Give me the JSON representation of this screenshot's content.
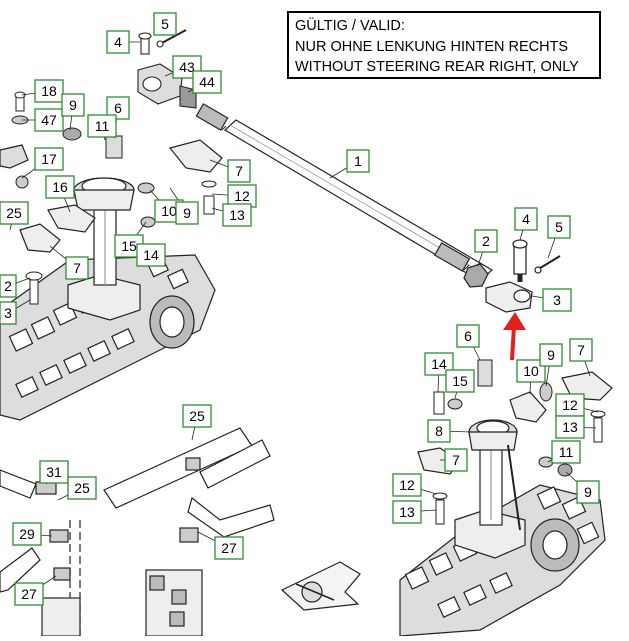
{
  "note": {
    "line1": "GÜLTIG / VALID:",
    "line2": "NUR OHNE LENKUNG HINTEN RECHTS",
    "line3": "WITHOUT STEERING REAR RIGHT, ONLY"
  },
  "callouts": [
    {
      "id": "c5-top",
      "label": "5"
    },
    {
      "id": "c4-top",
      "label": "4"
    },
    {
      "id": "c43",
      "label": "43"
    },
    {
      "id": "c44",
      "label": "44"
    },
    {
      "id": "c18",
      "label": "18"
    },
    {
      "id": "c47",
      "label": "47"
    },
    {
      "id": "c9-a",
      "label": "9"
    },
    {
      "id": "c6-a",
      "label": "6"
    },
    {
      "id": "c11-a",
      "label": "11"
    },
    {
      "id": "c17",
      "label": "17"
    },
    {
      "id": "c16",
      "label": "16"
    },
    {
      "id": "c25-a",
      "label": "25"
    },
    {
      "id": "c7-a",
      "label": "7"
    },
    {
      "id": "c12-a",
      "label": "12"
    },
    {
      "id": "c13-a",
      "label": "13"
    },
    {
      "id": "c10-a",
      "label": "10"
    },
    {
      "id": "c9-b",
      "label": "9"
    },
    {
      "id": "c15-a",
      "label": "15"
    },
    {
      "id": "c14-a",
      "label": "14"
    },
    {
      "id": "c7-b",
      "label": "7"
    },
    {
      "id": "c2-left",
      "label": "2"
    },
    {
      "id": "c3-left",
      "label": "3"
    },
    {
      "id": "c1",
      "label": "1"
    },
    {
      "id": "c2",
      "label": "2"
    },
    {
      "id": "c4-right",
      "label": "4"
    },
    {
      "id": "c5-right",
      "label": "5"
    },
    {
      "id": "c3-right",
      "label": "3"
    },
    {
      "id": "c6-b",
      "label": "6"
    },
    {
      "id": "c14-b",
      "label": "14"
    },
    {
      "id": "c15-b",
      "label": "15"
    },
    {
      "id": "c10-b",
      "label": "10"
    },
    {
      "id": "c9-c",
      "label": "9"
    },
    {
      "id": "c7-c",
      "label": "7"
    },
    {
      "id": "c12-b",
      "label": "12"
    },
    {
      "id": "c13-b",
      "label": "13"
    },
    {
      "id": "c8",
      "label": "8"
    },
    {
      "id": "c7-d",
      "label": "7"
    },
    {
      "id": "c11-b",
      "label": "11"
    },
    {
      "id": "c9-d",
      "label": "9"
    },
    {
      "id": "c12-c",
      "label": "12"
    },
    {
      "id": "c13-c",
      "label": "13"
    },
    {
      "id": "c25-b",
      "label": "25"
    },
    {
      "id": "c31",
      "label": "31"
    },
    {
      "id": "c25-c",
      "label": "25"
    },
    {
      "id": "c29",
      "label": "29"
    },
    {
      "id": "c27-a",
      "label": "27"
    },
    {
      "id": "c27-b",
      "label": "27"
    }
  ],
  "colors": {
    "callout_border": "#2e8b2e",
    "arrow": "#e02020",
    "line": "#222222",
    "part_fill": "#d8d8d8"
  }
}
